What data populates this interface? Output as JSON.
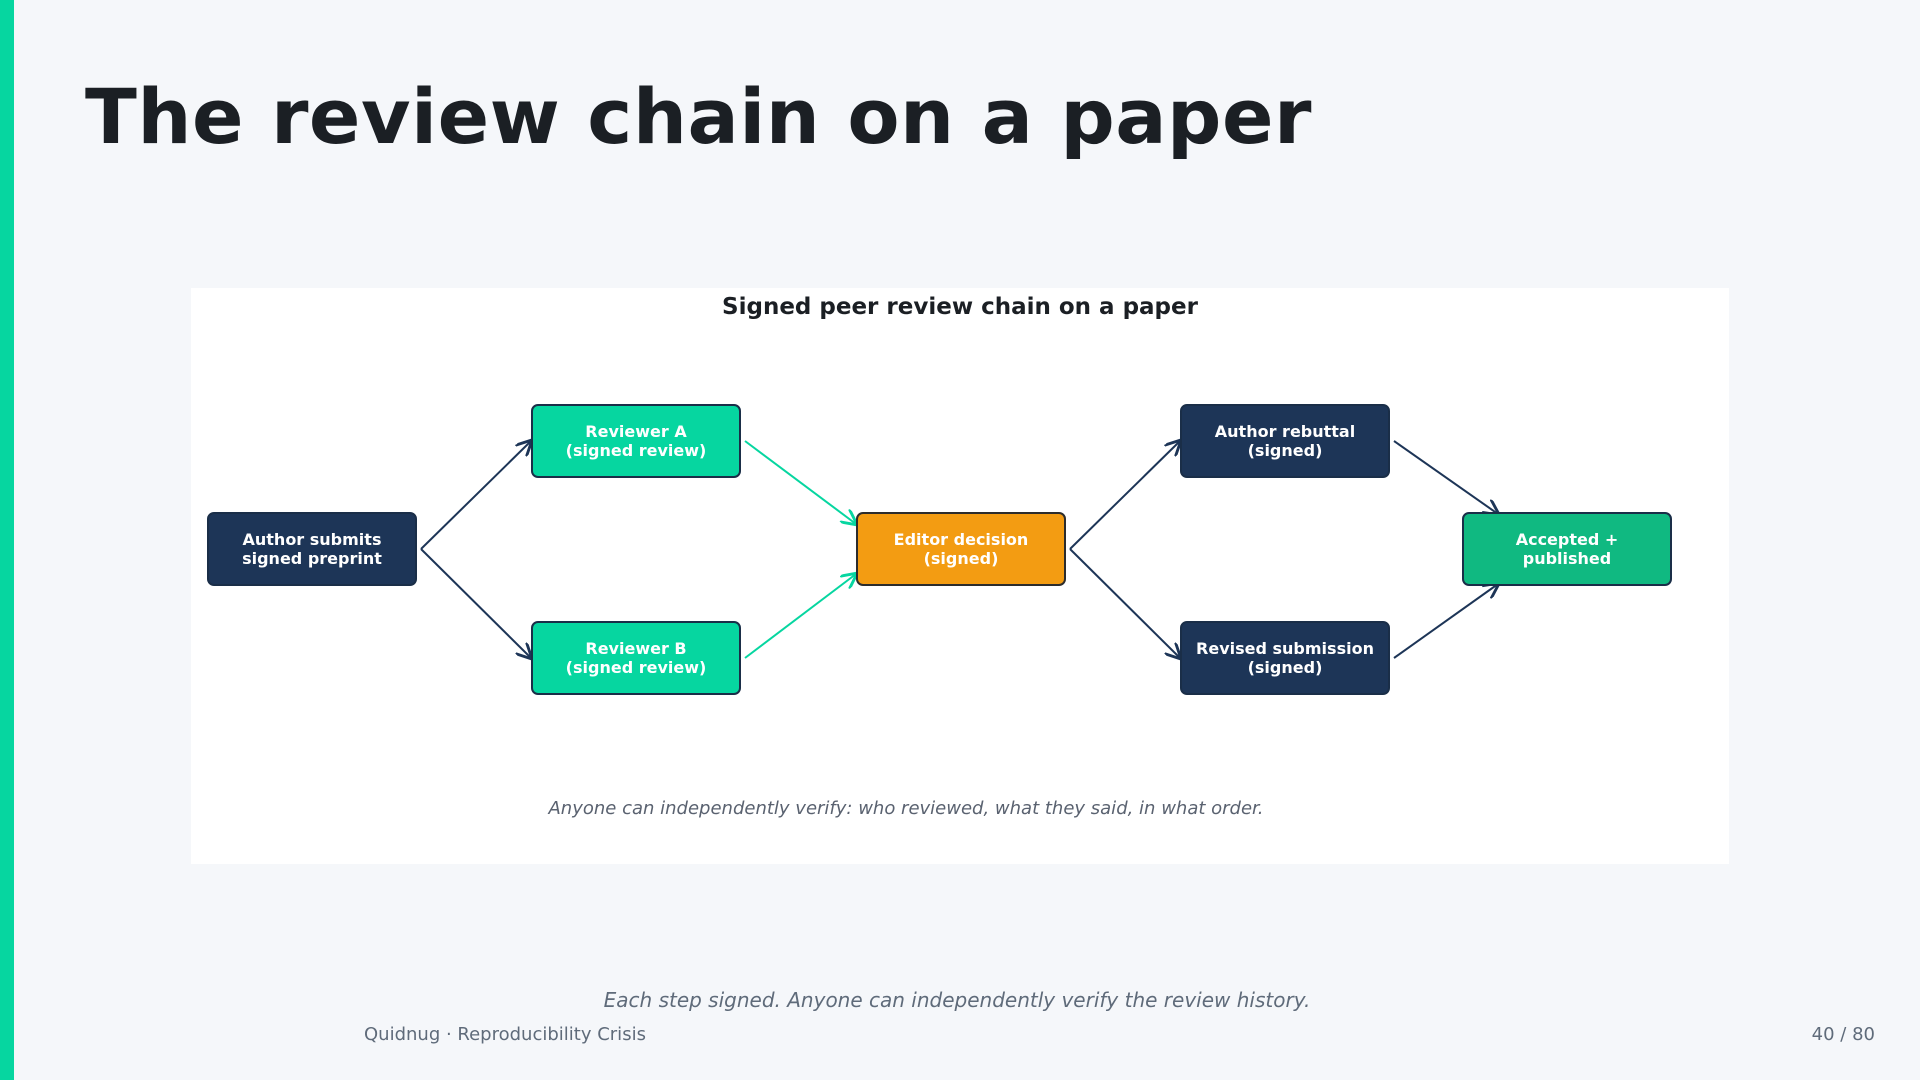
{
  "slide": {
    "title": "The review chain on a paper",
    "footer_note": "Each step signed. Anyone can independently verify the review history.",
    "footer_left": "Quidnug  ·  Reproducibility Crisis",
    "page_number": "40 / 80"
  },
  "diagram": {
    "title": "Signed peer review chain on a paper",
    "caption": "Anyone can independently verify: who reviewed, what they said, in what order.",
    "nodes": [
      {
        "id": "author",
        "label": "Author submits\nsigned preprint",
        "color": "#1d3557"
      },
      {
        "id": "reviewer-a",
        "label": "Reviewer A\n(signed review)",
        "color": "#06d6a0"
      },
      {
        "id": "reviewer-b",
        "label": "Reviewer B\n(signed review)",
        "color": "#06d6a0"
      },
      {
        "id": "editor",
        "label": "Editor decision\n(signed)",
        "color": "#f39c12"
      },
      {
        "id": "rebuttal",
        "label": "Author rebuttal\n(signed)",
        "color": "#1d3557"
      },
      {
        "id": "revised",
        "label": "Revised submission\n(signed)",
        "color": "#1d3557"
      },
      {
        "id": "accepted",
        "label": "Accepted +\npublished",
        "color": "#10b981"
      }
    ],
    "edges": [
      {
        "from": "author",
        "to": "reviewer-a",
        "color": "#1d3557"
      },
      {
        "from": "author",
        "to": "reviewer-b",
        "color": "#1d3557"
      },
      {
        "from": "reviewer-a",
        "to": "editor",
        "color": "#06d6a0"
      },
      {
        "from": "reviewer-b",
        "to": "editor",
        "color": "#06d6a0"
      },
      {
        "from": "editor",
        "to": "rebuttal",
        "color": "#1d3557"
      },
      {
        "from": "editor",
        "to": "revised",
        "color": "#1d3557"
      },
      {
        "from": "rebuttal",
        "to": "accepted",
        "color": "#1d3557"
      },
      {
        "from": "revised",
        "to": "accepted",
        "color": "#1d3557"
      }
    ]
  },
  "colors": {
    "accent": "#06d6a0",
    "navy": "#1d3557",
    "teal": "#06d6a0",
    "orange": "#f39c12",
    "green": "#10b981"
  }
}
